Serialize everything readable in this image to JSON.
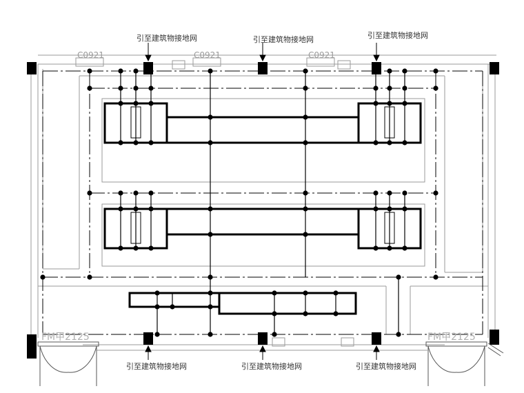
{
  "labels": {
    "ground_link": "引至建筑物接地网"
  },
  "windows": [
    "C0921",
    "C0921",
    "C0921"
  ],
  "doors": [
    "FM甲2125",
    "FM甲2125"
  ],
  "colors": {
    "line": "#000000",
    "wall": "#9a9a9a",
    "text": "#333333"
  }
}
